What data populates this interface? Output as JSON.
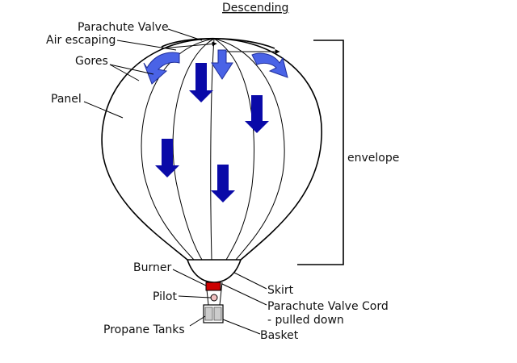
{
  "title": "Descending",
  "labels": {
    "parachute_valve": "Parachute Valve",
    "air_escaping": "Air escaping",
    "gores": "Gores",
    "panel": "Panel",
    "envelope": "envelope",
    "burner": "Burner",
    "pilot": "Pilot",
    "propane_tanks": "Propane Tanks",
    "skirt": "Skirt",
    "cord_line1": "Parachute Valve Cord",
    "cord_line2": "- pulled down",
    "basket": "Basket"
  },
  "colors": {
    "arrow_dark": "#0a0aa8",
    "arrow_light": "#4a63e6",
    "burner": "#cc0000",
    "pilot": "#f2c0c0",
    "tank": "#cccccc"
  }
}
